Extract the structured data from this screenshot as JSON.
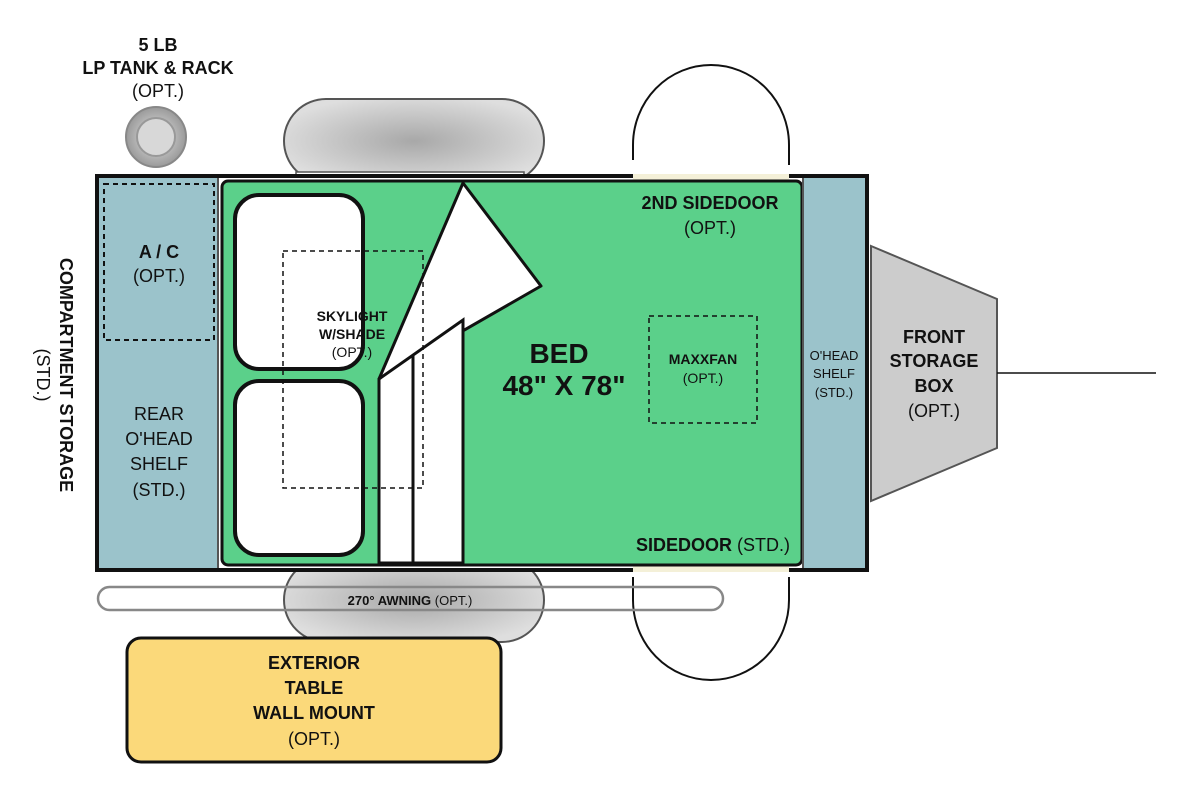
{
  "colors": {
    "bed": "#5bd08a",
    "shelf": "#9bc3cb",
    "tire": "#c8c8c8",
    "storage_box": "#cccccc",
    "table": "#fbd97a",
    "outline": "#111111"
  },
  "labels": {
    "lp_tank": {
      "line1": "5 LB",
      "line2": "LP TANK & RACK",
      "opt": "(OPT.)"
    },
    "compartment": {
      "line1": "COMPARTMENT STORAGE",
      "line2": "(STD.)"
    },
    "ac": {
      "title": "A / C",
      "opt": "(OPT.)"
    },
    "rear_shelf": {
      "line1": "REAR",
      "line2": "O'HEAD",
      "line3": "SHELF",
      "line4": "(STD.)"
    },
    "skylight": {
      "line1": "SKYLIGHT",
      "line2": "W/SHADE",
      "opt": "(OPT.)"
    },
    "bed": {
      "line1": "BED",
      "line2": "48\" X 78\""
    },
    "maxxfan": {
      "title": "MAXXFAN",
      "opt": "(OPT.)"
    },
    "second_sidedoor": {
      "title": "2ND SIDEDOOR",
      "opt": "(OPT.)"
    },
    "sidedoor": {
      "title": "SIDEDOOR",
      "std": " (STD.)"
    },
    "front_shelf": {
      "line1": "O'HEAD",
      "line2": "SHELF",
      "line3": "(STD.)"
    },
    "front_box": {
      "line1": "FRONT",
      "line2": "STORAGE",
      "line3": "BOX",
      "opt": "(OPT.)"
    },
    "awning": {
      "title": "270° AWNING",
      "opt": " (OPT.)"
    },
    "table": {
      "line1": "EXTERIOR",
      "line2": "TABLE",
      "line3": "WALL MOUNT",
      "opt": "(OPT.)"
    }
  }
}
